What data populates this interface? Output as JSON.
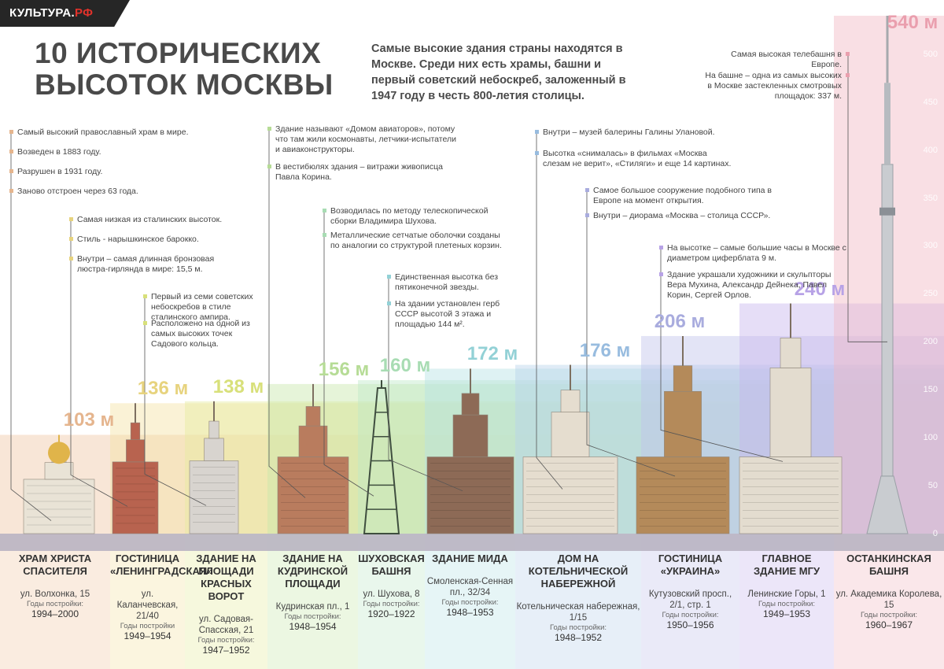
{
  "header": {
    "logo_main": "КУЛЬТУРА.",
    "logo_accent": "РФ",
    "title": "10 ИСТОРИЧЕСКИХ ВЫСОТОК МОСКВЫ",
    "intro": "Самые высокие здания страны находятся в Москве. Среди них есть храмы, башни и первый советский небоскреб, заложенный в 1947 году в честь 800-летия столицы."
  },
  "colors": {
    "background": "#ffffff",
    "ground": "#b9b4c2",
    "title": "#4a4a4a",
    "logo_bg": "#262626",
    "logo_accent": "#e2322b"
  },
  "chart_data": {
    "type": "bar",
    "ylim": [
      0,
      540
    ],
    "yticks": [
      0,
      50,
      100,
      150,
      200,
      250,
      300,
      350,
      400,
      450,
      500
    ],
    "unit": "м",
    "categories": [
      "Храм Христа Спасителя",
      "Гостиница «Ленинградская»",
      "Здание на площади Красных ворот",
      "Здание на Кудринской площади",
      "Шуховская башня",
      "Здание МИДа",
      "Дом на Котельнической набережной",
      "Гостиница «Украина»",
      "Главное здание МГУ",
      "Останкинская башня"
    ],
    "values": [
      103,
      136,
      138,
      156,
      160,
      172,
      176,
      206,
      240,
      540
    ],
    "height_labels": [
      "103 м",
      "136 м",
      "138 м",
      "156 м",
      "160 м",
      "172 м",
      "176 м",
      "206 м",
      "240 м",
      "540 м"
    ],
    "colors": [
      "#f0c8a6",
      "#f3e2a3",
      "#e6ec9f",
      "#c8e7ab",
      "#bfe8c8",
      "#b6e2e4",
      "#b9d2ea",
      "#c2c4ec",
      "#c8b6ee",
      "#f2b9c4"
    ],
    "label_colors": [
      "#e5b58e",
      "#e7d37e",
      "#d8e07a",
      "#b6dc96",
      "#a8dcb3",
      "#93d1d6",
      "#98bcdf",
      "#a9acde",
      "#b7a2e6",
      "#ea9fae"
    ]
  },
  "buildings": [
    {
      "name": "ХРАМ ХРИСТА СПАСИТЕЛЯ",
      "address": "ул. Волхонка, 15",
      "years_label": "Годы постройки:",
      "years": "1994–2000"
    },
    {
      "name": "ГОСТИНИЦА «ЛЕНИНГРАДСКАЯ»",
      "address": "ул. Каланчевская, 21/40",
      "years_label": "Годы постройки",
      "years": "1949–1954"
    },
    {
      "name": "ЗДАНИЕ НА ПЛОЩАДИ КРАСНЫХ ВОРОТ",
      "address": "ул. Садовая-Спасская, 21",
      "years_label": "Годы постройки:",
      "years": "1947–1952"
    },
    {
      "name": "ЗДАНИЕ НА КУДРИНСКОЙ ПЛОЩАДИ",
      "address": "Кудринская пл., 1",
      "years_label": "Годы постройки:",
      "years": "1948–1954"
    },
    {
      "name": "ШУХОВСКАЯ БАШНЯ",
      "address": "ул. Шухова, 8",
      "years_label": "Годы постройки:",
      "years": "1920–1922"
    },
    {
      "name": "ЗДАНИЕ МИДА",
      "address": "Смоленская-Сенная пл., 32/34",
      "years_label": "Годы постройки:",
      "years": "1948–1953"
    },
    {
      "name": "ДОМ НА КОТЕЛЬНИЧЕСКОЙ НАБЕРЕЖНОЙ",
      "address": "Котельническая набережная, 1/15",
      "years_label": "Годы постройки:",
      "years": "1948–1952"
    },
    {
      "name": "ГОСТИНИЦА «УКРАИНА»",
      "address": "Кутузовский просп., 2/1, стр. 1",
      "years_label": "Годы постройки:",
      "years": "1950–1956"
    },
    {
      "name": "ГЛАВНОЕ ЗДАНИЕ МГУ",
      "address": "Ленинские Горы, 1",
      "years_label": "Годы постройки:",
      "years": "1949–1953"
    },
    {
      "name": "ОСТАНКИНСКАЯ БАШНЯ",
      "address": "ул. Академика Королева, 15",
      "years_label": "Годы постройки:",
      "years": "1960–1967"
    }
  ],
  "annotations": [
    {
      "b": 0,
      "text": "Самый высокий православный храм в мире."
    },
    {
      "b": 0,
      "text": "Возведен в 1883 году."
    },
    {
      "b": 0,
      "text": "Разрушен в 1931 году."
    },
    {
      "b": 0,
      "text": "Заново отстроен через 63 года."
    },
    {
      "b": 1,
      "text": "Самая низкая из сталинских высоток."
    },
    {
      "b": 1,
      "text": "Стиль - нарышкинское барокко."
    },
    {
      "b": 1,
      "text": "Внутри – самая длинная бронзовая люстра-гирлянда в мире: 15,5 м."
    },
    {
      "b": 2,
      "text": "Первый из семи советских небоскребов в стиле сталинского ампира."
    },
    {
      "b": 2,
      "text": "Расположено на одной из самых высоких точек Садового кольца."
    },
    {
      "b": 3,
      "text": "Здание называют «Домом авиаторов», потому что там жили космонавты, летчики-испытатели и авиаконструкторы."
    },
    {
      "b": 3,
      "text": "В вестибюлях здания – витражи живописца Павла Корина."
    },
    {
      "b": 4,
      "text": "Возводилась по методу телескопической сборки Владимира Шухова."
    },
    {
      "b": 4,
      "text": "Металлические сетчатые оболочки созданы по аналогии со структурой плетеных корзин."
    },
    {
      "b": 5,
      "text": "Единственная высотка без пятиконечной звезды."
    },
    {
      "b": 5,
      "text": "На здании установлен герб СССР высотой 3 этажа и площадью 144 м²."
    },
    {
      "b": 6,
      "text": "Внутри – музей балерины Галины Улановой."
    },
    {
      "b": 6,
      "text": "Высотка «снималась» в фильмах «Москва слезам не верит», «Стиляги» и еще 14 картинах."
    },
    {
      "b": 7,
      "text": "Самое большое сооружение подобного типа в Европе на момент открытия."
    },
    {
      "b": 7,
      "text": "Внутри – диорама «Москва – столица СССР»."
    },
    {
      "b": 8,
      "text": "На высотке – самые большие часы в Москве с диаметром циферблата 9 м."
    },
    {
      "b": 8,
      "text": "Здание украшали художники и скульпторы Вера Мухина, Александр Дейнека, Павел Корин, Сергей Орлов."
    },
    {
      "b": 9,
      "text": "Самая высокая телебашня в Европе."
    },
    {
      "b": 9,
      "text": "На башне – одна из самых высоких в Москве застекленных смотровых площадок: 337 м."
    }
  ]
}
